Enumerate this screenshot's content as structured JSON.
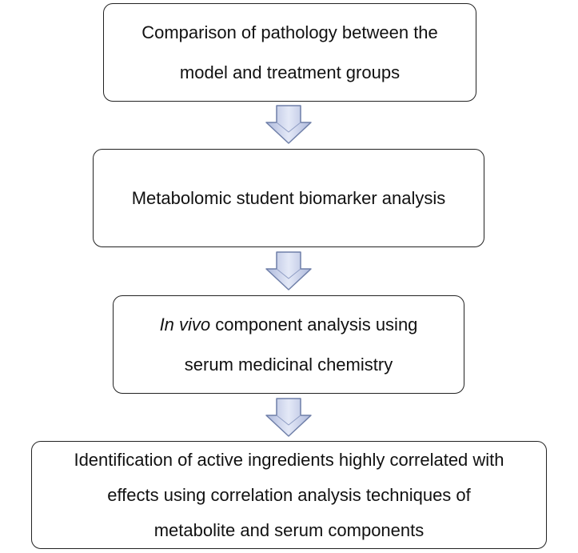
{
  "steps": [
    {
      "line1": "Comparison of pathology between the",
      "line2": "model and treatment groups"
    },
    {
      "line1": "Metabolomic student biomarker analysis"
    },
    {
      "line1_italic": "In vivo",
      "line1_rest": " component analysis using",
      "line2": "serum medicinal chemistry"
    },
    {
      "line1": "Identification of active ingredients highly correlated with",
      "line2": "effects using correlation analysis techniques of",
      "line3": "metabolite and serum components"
    }
  ],
  "arrow_fill": "#c8d0ea",
  "arrow_stroke": "#6f7fa8"
}
